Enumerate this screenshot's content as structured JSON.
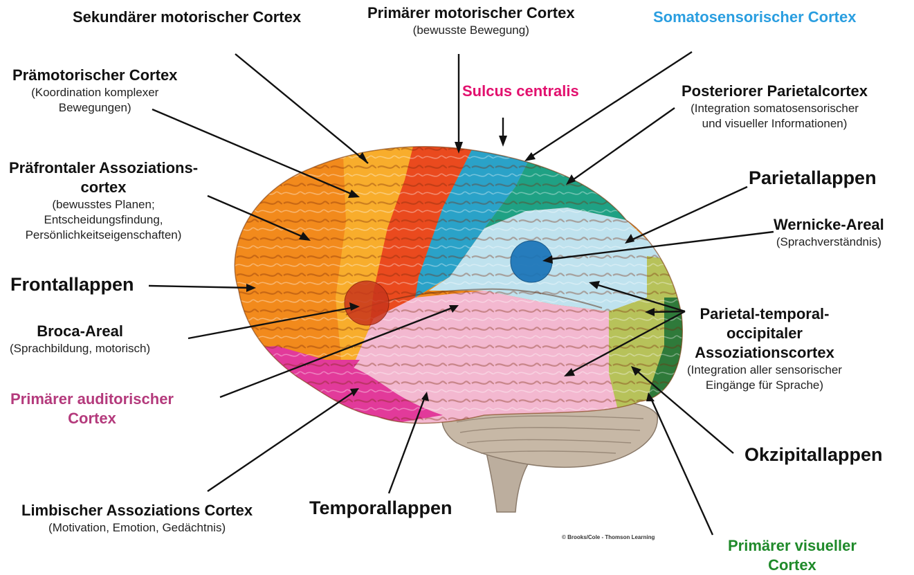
{
  "labels": {
    "sekundaerer": {
      "title": "Sekundärer motorischer Cortex"
    },
    "primaerer_motorischer": {
      "title": "Primärer motorischer Cortex",
      "desc": [
        "(bewusste Bewegung)"
      ]
    },
    "somatosensorischer": {
      "title": "Somatosensorischer Cortex"
    },
    "praemotorischer": {
      "title": "Prämotorischer Cortex",
      "desc": [
        "(Koordination komplexer",
        "Bewegungen)"
      ]
    },
    "sulcus": {
      "title": "Sulcus centralis"
    },
    "posteriorer": {
      "title": "Posteriorer Parietalcortex",
      "desc": [
        "(Integration somatosensorischer",
        "und visueller Informationen)"
      ]
    },
    "praefrontaler": {
      "title_lines": [
        "Präfrontaler Assoziations-",
        "cortex"
      ],
      "desc": [
        "(bewusstes Planen;",
        "Entscheidungsfindung,",
        "Persönlichkeitseigenschaften)"
      ]
    },
    "parietallappen": {
      "title": "Parietallappen"
    },
    "wernicke": {
      "title": "Wernicke-Areal",
      "desc": [
        "(Sprachverständnis)"
      ]
    },
    "frontallappen": {
      "title": "Frontallappen"
    },
    "broca": {
      "title": "Broca-Areal",
      "desc": [
        "(Sprachbildung, motorisch)"
      ]
    },
    "ptoc": {
      "title_lines": [
        "Parietal-temporal-",
        "occipitaler",
        "Assoziationscortex"
      ],
      "desc": [
        "(Integration aller sensorischer",
        "Eingänge für Sprache)"
      ]
    },
    "auditorischer": {
      "title_lines": [
        "Primärer auditorischer",
        "Cortex"
      ]
    },
    "okzipitallappen": {
      "title": "Okzipitallappen"
    },
    "limbischer": {
      "title": "Limbischer Assoziations Cortex",
      "desc": [
        "(Motivation, Emotion, Gedächtnis)"
      ]
    },
    "temporallappen": {
      "title": "Temporallappen"
    },
    "visueller": {
      "title_lines": [
        "Primärer visueller",
        "Cortex"
      ]
    }
  },
  "credit": "© Brooks/Cole - Thomson Learning",
  "colors": {
    "somatosensory_label": "#2a9ee0",
    "sulcus_label": "#e2106e",
    "auditory_label": "#b43a7c",
    "visual_label": "#1f8a2a",
    "frontal": "#f28a1c",
    "premotor": "#f8ad2c",
    "motor": "#ea4a1e",
    "somatosensory": "#2aa2c8",
    "posterior_parietal": "#1fa184",
    "parietal": "#bfe2ee",
    "wernicke": "#1a74b8",
    "temporal": "#f3b8d0",
    "limbic": "#e23a9a",
    "occipital": "#b7c25a",
    "visual": "#2f7a3a",
    "cerebellum": "#c7b8a6",
    "brainstem": "#bcae9e"
  }
}
